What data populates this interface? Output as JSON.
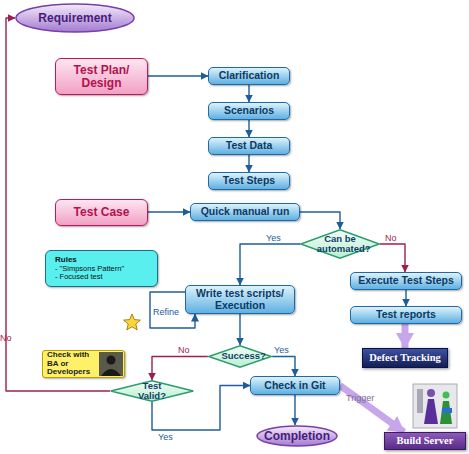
{
  "diagram": {
    "nodes": [
      {
        "text": [
          "Requirement"
        ]
      },
      {
        "text": [
          "Test Plan/ Design"
        ]
      },
      {
        "text": [
          "Clarification"
        ]
      },
      {
        "text": [
          "Scenarios"
        ]
      },
      {
        "text": [
          "Test Data"
        ]
      },
      {
        "text": [
          "Test Steps"
        ]
      },
      {
        "text": [
          "Test Case"
        ]
      },
      {
        "text": [
          "Quick manual run"
        ]
      },
      {
        "text": [
          "Can be automated?"
        ]
      },
      {
        "text": [
          "Rules",
          "- \"Simpsons Pattern\"",
          "- Focused test"
        ]
      },
      {
        "text": [
          "Write test scripts/ Execution"
        ]
      },
      {
        "text": [
          "Execute Test Steps"
        ]
      },
      {
        "text": [
          "Test reports"
        ]
      },
      {
        "text": [
          "Defect Tracking"
        ]
      },
      {
        "text": [
          "Check with BA or Developers"
        ]
      },
      {
        "text": [
          "Success?"
        ]
      },
      {
        "text": [
          "Test Valid?"
        ]
      },
      {
        "text": [
          "Check in Git"
        ]
      },
      {
        "text": [
          "Completion"
        ]
      },
      {
        "text": [
          "Build Server"
        ]
      }
    ],
    "edges": [
      {
        "from": 1,
        "to": 2,
        "arrow": "to"
      },
      {
        "from": 2,
        "to": 3,
        "arrow": "to"
      },
      {
        "from": 3,
        "to": 4,
        "arrow": "to"
      },
      {
        "from": 4,
        "to": 5,
        "arrow": "to"
      },
      {
        "from": 6,
        "to": 7,
        "arrow": "to"
      },
      {
        "from": 7,
        "to": 8,
        "arrow": "to"
      },
      {
        "from": 8,
        "to": 10,
        "label": "Yes",
        "arrow": "to"
      },
      {
        "from": 8,
        "to": 11,
        "label": "No",
        "arrow": "to"
      },
      {
        "from": 11,
        "to": 12,
        "arrow": "to"
      },
      {
        "from": 12,
        "to": 13,
        "arrow": "to"
      },
      {
        "from": 10,
        "to": 10,
        "label": "Refine",
        "arrow": "to"
      },
      {
        "from": 10,
        "to": 15,
        "arrow": "to"
      },
      {
        "from": 15,
        "to": 16,
        "label": "No",
        "arrow": "to"
      },
      {
        "from": 15,
        "to": 17,
        "label": "Yes",
        "arrow": "to"
      },
      {
        "from": 16,
        "to": 17,
        "label": "Yes",
        "arrow": "to"
      },
      {
        "from": 16,
        "to": 0,
        "label": "No",
        "arrow": "to"
      },
      {
        "from": 17,
        "to": 18,
        "arrow": "to"
      },
      {
        "from": 17,
        "to": 19,
        "label": "Trigger",
        "arrow": "to"
      }
    ]
  }
}
